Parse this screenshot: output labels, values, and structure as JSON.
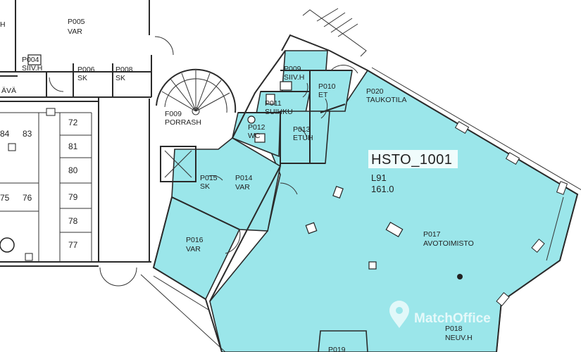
{
  "colors": {
    "leased_area": "#9be6ea",
    "walls": "#2a2a2a",
    "background": "#ffffff"
  },
  "space": {
    "id": "HSTO_1001",
    "level": "L91",
    "area": "161.0"
  },
  "rooms": {
    "p005": {
      "code": "P005",
      "name": "VAR"
    },
    "p004": {
      "code": "P004",
      "name": "SIIV.H"
    },
    "p006": {
      "code": "P006",
      "name": "SK"
    },
    "p008": {
      "code": "P008",
      "name": "SK"
    },
    "f009": {
      "code": "F009",
      "name": "PORRASH"
    },
    "p009": {
      "code": "P009",
      "name": "SIIV.H"
    },
    "p010": {
      "code": "P010",
      "name": "ET"
    },
    "p011": {
      "code": "P011",
      "name": "SUIHKU"
    },
    "p012": {
      "code": "P012",
      "name": "WC"
    },
    "p013": {
      "code": "P013",
      "name": "ETUH"
    },
    "p014": {
      "code": "P014",
      "name": "VAR"
    },
    "p015": {
      "code": "P015",
      "name": "SK"
    },
    "p016": {
      "code": "P016",
      "name": "VAR"
    },
    "p017": {
      "code": "P017",
      "name": "AVOTOIMISTO"
    },
    "p018": {
      "code": "P018",
      "name": "NEUV.H"
    },
    "p019": {
      "code": "P019"
    },
    "p020": {
      "code": "P020",
      "name": "TAUKOTILA"
    }
  },
  "left_fragments": {
    "top_left": "H",
    "corridor": "ÄVÄ"
  },
  "parking": [
    "84",
    "83",
    "72",
    "81",
    "80",
    "75",
    "76",
    "79",
    "78",
    "77"
  ],
  "watermark": "MatchOffice",
  "icons": [
    "stair-spiral-icon",
    "toilet-icon",
    "shower-icon",
    "column-icon",
    "fixture-icon",
    "location-pin-icon"
  ]
}
